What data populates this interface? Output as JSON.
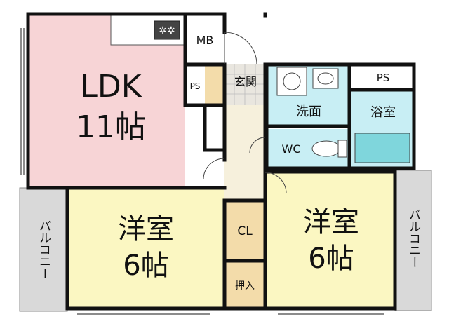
{
  "rooms": {
    "ldk": {
      "name": "LDK",
      "size": "11帖"
    },
    "west_room": {
      "name": "洋室",
      "size": "6帖"
    },
    "east_room": {
      "name": "洋室",
      "size": "6帖"
    },
    "mb": "MB",
    "ps_left": "PS",
    "ps_right": "PS",
    "genkan": "玄関",
    "senmen": "洗面",
    "yokushitsu": "浴室",
    "wc": "WC",
    "cl": "CL",
    "oshiire": "押入",
    "balcony_left": "バルコニー",
    "balcony_right": "バルコニー"
  },
  "colors": {
    "ldk": "#f7d4d6",
    "western": "#fbf7c2",
    "storage": "#f3dcaa",
    "wet": "#c8eef4",
    "hall": "#f6f0dc",
    "balcony": "#d9d9d9",
    "wall": "#111111"
  }
}
